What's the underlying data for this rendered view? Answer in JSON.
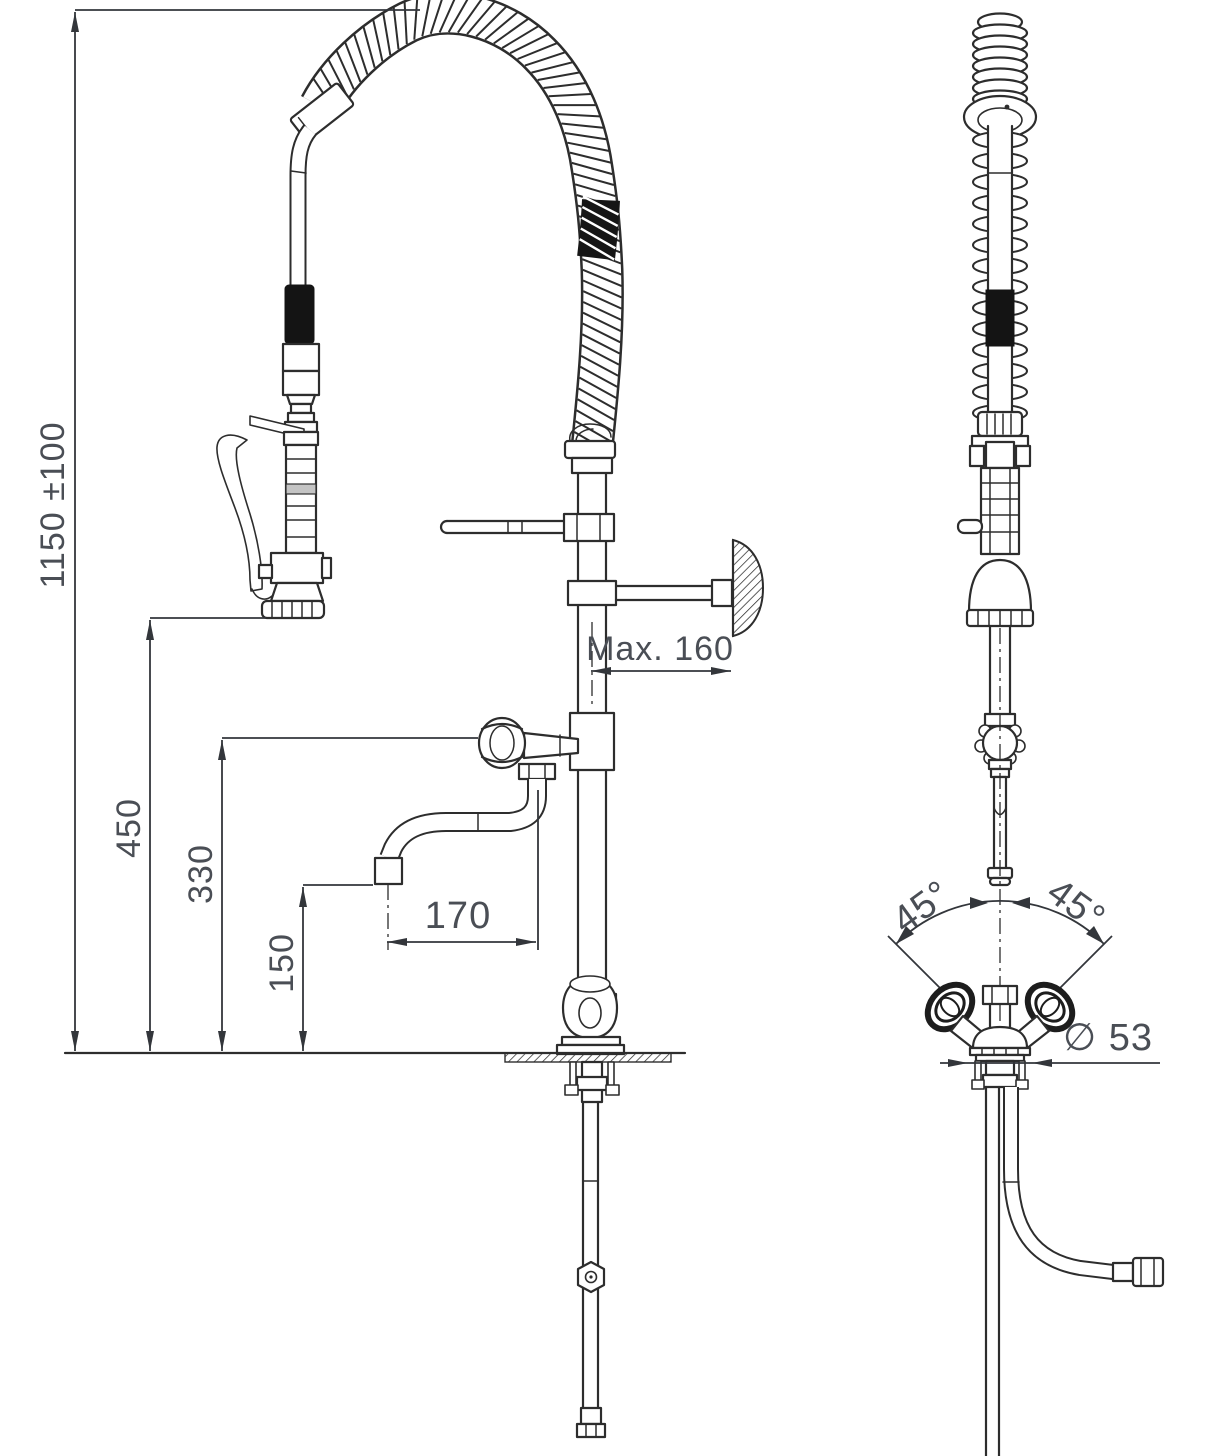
{
  "drawing": {
    "type": "technical-dimension-drawing",
    "subject": "pre-rinse-spray-faucet-two-views",
    "colors": {
      "background": "#ffffff",
      "line": "#2d2d2d",
      "dimension_text": "#4a4e55"
    },
    "dimensions": {
      "overall_height": "1150 ±100",
      "gun_rest_height": "450",
      "side_valve_height": "330",
      "spout_outlet_height": "150",
      "spout_reach": "170",
      "wall_bracket_reach": "Max. 160",
      "handle_angle_left": "45°",
      "handle_angle_right": "45°",
      "base_diameter": "∅ 53"
    }
  }
}
